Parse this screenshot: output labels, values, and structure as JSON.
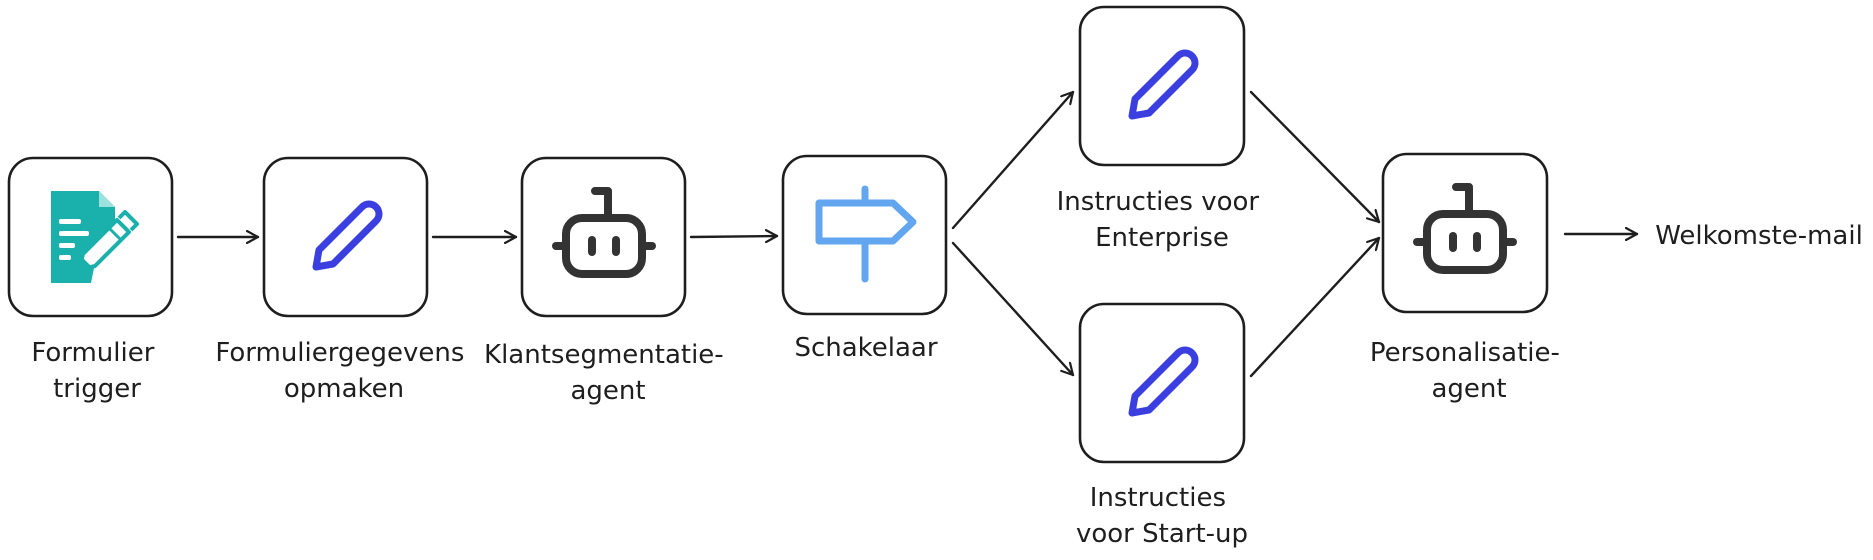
{
  "nodes": [
    {
      "id": "form-trigger",
      "icon": "form-edit-icon",
      "label_lines": [
        "Formulier",
        "trigger"
      ]
    },
    {
      "id": "format-form-data",
      "icon": "pencil-icon",
      "label_lines": [
        "Formuliergegevens",
        "opmaken"
      ]
    },
    {
      "id": "segmentation-agent",
      "icon": "robot-icon",
      "label_lines": [
        "Klantsegmentatie-",
        "agent"
      ]
    },
    {
      "id": "switch",
      "icon": "signpost-icon",
      "label_lines": [
        "Schakelaar"
      ]
    },
    {
      "id": "enterprise-instructions",
      "icon": "pencil-icon",
      "label_lines": [
        "Instructies voor",
        "Enterprise"
      ]
    },
    {
      "id": "startup-instructions",
      "icon": "pencil-icon",
      "label_lines": [
        "Instructies",
        "voor Start-up"
      ]
    },
    {
      "id": "personalization-agent",
      "icon": "robot-icon",
      "label_lines": [
        "Personalisatie-",
        "agent"
      ]
    }
  ],
  "output": {
    "label": "Welkomste-mail"
  },
  "edges": [
    {
      "from": "form-trigger",
      "to": "format-form-data"
    },
    {
      "from": "format-form-data",
      "to": "segmentation-agent"
    },
    {
      "from": "segmentation-agent",
      "to": "switch"
    },
    {
      "from": "switch",
      "to": "enterprise-instructions"
    },
    {
      "from": "switch",
      "to": "startup-instructions"
    },
    {
      "from": "enterprise-instructions",
      "to": "personalization-agent"
    },
    {
      "from": "startup-instructions",
      "to": "personalization-agent"
    },
    {
      "from": "personalization-agent",
      "to": "output"
    }
  ],
  "colors": {
    "stroke": "#1e1e1e",
    "pencil": "#3b3fe0",
    "form_icon": "#1ab0ac",
    "signpost": "#62a6ef",
    "robot": "#333333"
  }
}
